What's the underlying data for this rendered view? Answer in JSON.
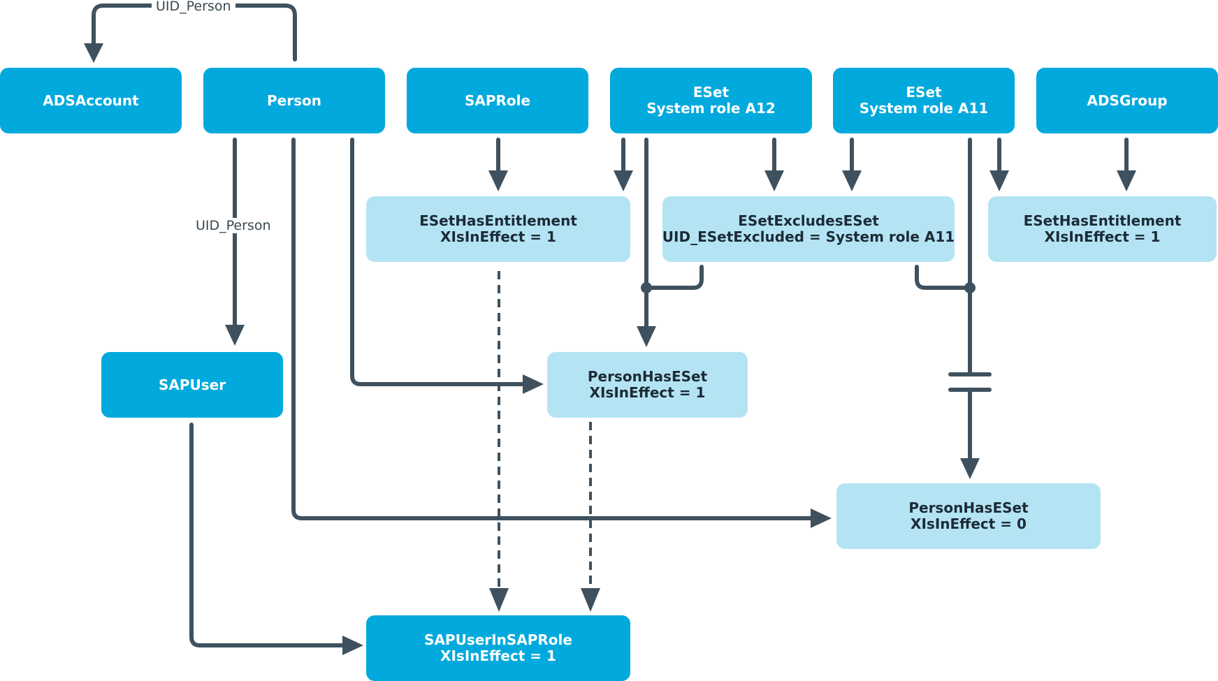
{
  "nodes": {
    "adsaccount": {
      "lines": [
        "ADSAccount"
      ]
    },
    "person": {
      "lines": [
        "Person"
      ]
    },
    "saprole": {
      "lines": [
        "SAPRole"
      ]
    },
    "eset_a12": {
      "lines": [
        "ESet",
        "System role A12"
      ]
    },
    "eset_a11": {
      "lines": [
        "ESet",
        "System role A11"
      ]
    },
    "adsgroup": {
      "lines": [
        "ADSGroup"
      ]
    },
    "esethasentitlement_1": {
      "lines": [
        "ESetHasEntitlement",
        "XIsInEffect = 1"
      ]
    },
    "esetexcludeseset": {
      "lines": [
        "ESetExcludesESet",
        "UID_ESetExcluded = System role A11"
      ]
    },
    "esethasentitlement_2": {
      "lines": [
        "ESetHasEntitlement",
        "XIsInEffect = 1"
      ]
    },
    "sapuser": {
      "lines": [
        "SAPUser"
      ]
    },
    "personhaseset_1": {
      "lines": [
        "PersonHasESet",
        "XIsInEffect = 1"
      ]
    },
    "personhaseset_0": {
      "lines": [
        "PersonHasESet",
        "XIsInEffect = 0"
      ]
    },
    "sapuserinsaprole": {
      "lines": [
        "SAPUserInSAPRole",
        "XIsInEffect = 1"
      ]
    }
  },
  "edge_labels": {
    "top_uid_person": "UID_Person",
    "mid_uid_person": "UID_Person"
  }
}
